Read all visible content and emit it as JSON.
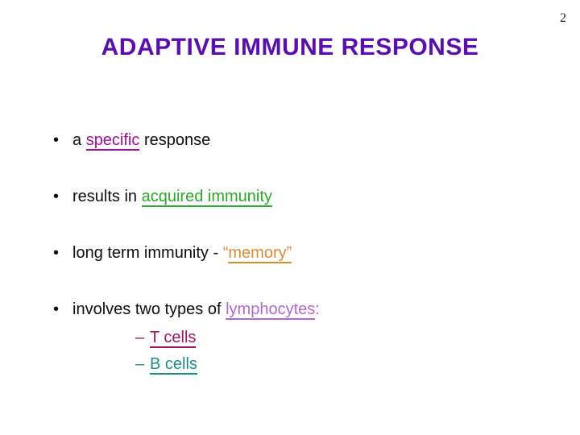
{
  "page_number": "2",
  "title": "ADAPTIVE IMMUNE RESPONSE",
  "colors": {
    "title": "#5a0db4",
    "body_text": "#0d0d0d",
    "specific": "#a50ba5",
    "acquired_immunity": "#27a827",
    "memory": "#e08a30",
    "lymphocytes": "#b167d8",
    "t_cells": "#a3125f",
    "b_cells": "#1f8c8c"
  },
  "bullets": [
    {
      "indent": 0,
      "marker": "•",
      "segments": [
        {
          "text": "a "
        },
        {
          "text": "specific",
          "color": "#a50ba5",
          "underline": true
        },
        {
          "text": " response"
        }
      ]
    },
    {
      "indent": 0,
      "marker": "•",
      "segments": [
        {
          "text": "results in "
        },
        {
          "text": "acquired immunity",
          "color": "#27a827",
          "underline": true
        }
      ]
    },
    {
      "indent": 0,
      "marker": "•",
      "segments": [
        {
          "text": "long term immunity - "
        },
        {
          "text": "“",
          "color": "#e08a30"
        },
        {
          "text": "memory”",
          "color": "#e08a30",
          "underline": true
        }
      ]
    },
    {
      "indent": 0,
      "marker": "•",
      "segments": [
        {
          "text": "involves two types of "
        },
        {
          "text": "lymphocytes",
          "color": "#b167d8",
          "underline": true
        },
        {
          "text": ":",
          "color": "#b167d8"
        }
      ]
    },
    {
      "indent": 1,
      "marker": "–",
      "marker_color": "#a3125f",
      "segments": [
        {
          "text": "T cells",
          "color": "#a3125f",
          "underline": true
        }
      ]
    },
    {
      "indent": 1,
      "marker": "–",
      "marker_color": "#1f8c8c",
      "segments": [
        {
          "text": "B cells",
          "color": "#1f8c8c",
          "underline": true
        }
      ]
    }
  ]
}
